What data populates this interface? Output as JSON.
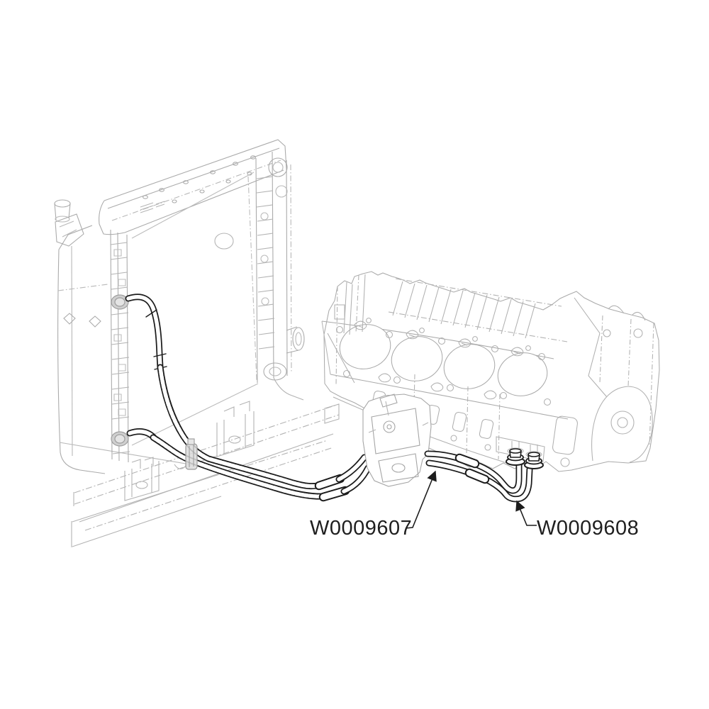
{
  "figure": {
    "type": "parts-illustration",
    "background_color": "#ffffff",
    "context_line_color": "#aaaaaa",
    "highlight_line_color": "#1c1c1c",
    "context_parts": [
      "radiator",
      "frame-crossmember",
      "engine-block",
      "engine-mount-bracket"
    ],
    "highlighted_parts": [
      "oil-cooler-hose-assembly-front",
      "oil-cooler-hose-assembly-rear"
    ],
    "callouts": [
      {
        "label": "W0009607"
      },
      {
        "label": "W0009608"
      }
    ]
  }
}
